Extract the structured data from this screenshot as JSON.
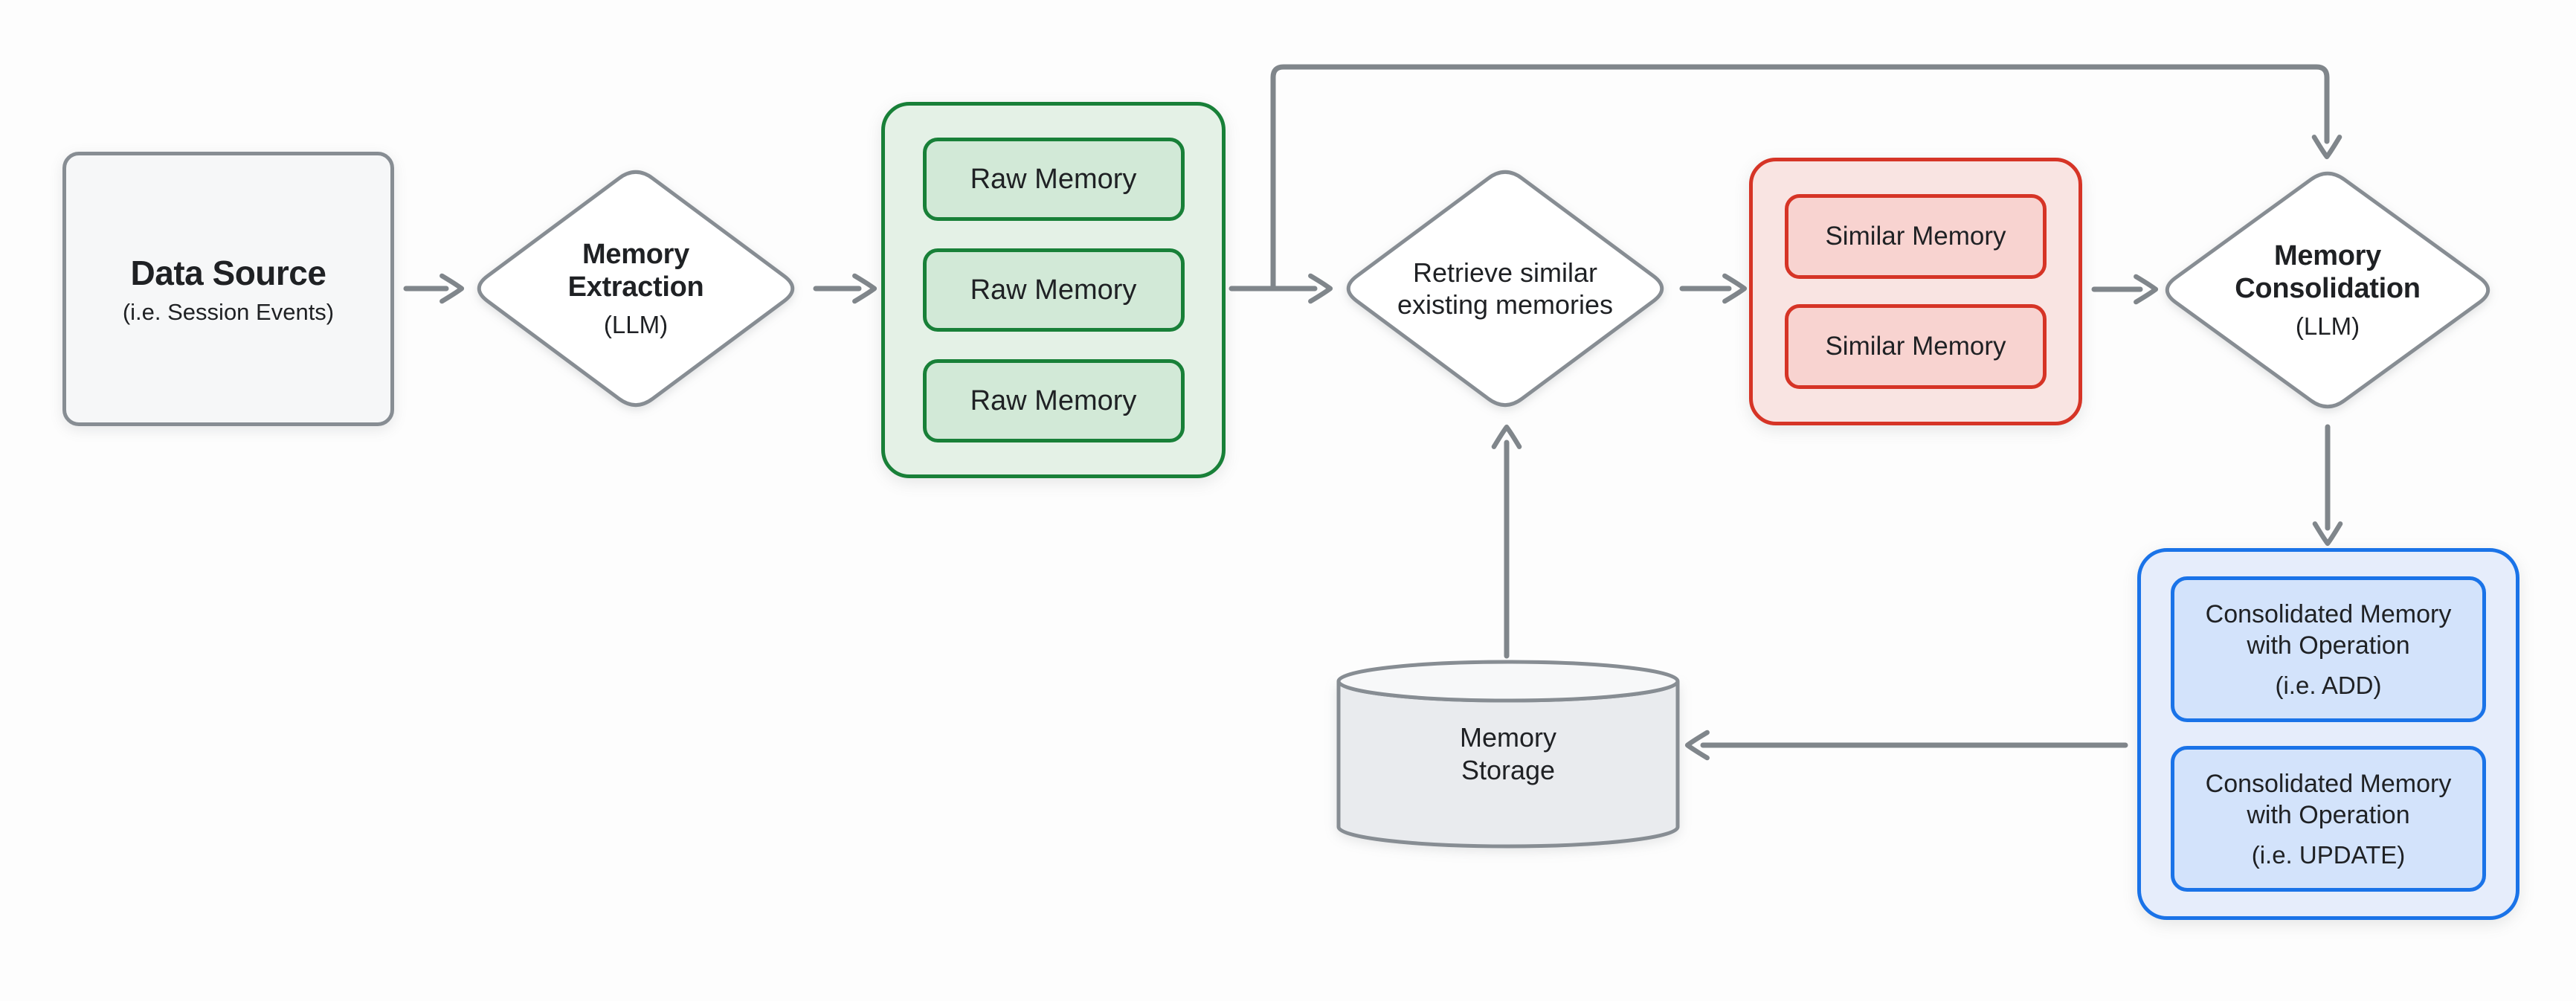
{
  "colors": {
    "canvas_bg": "#fdfdfd",
    "node_border_gray": "#878d93",
    "arrow_gray": "#80868b",
    "node_fill_gray": "#f6f7f8",
    "text": "#1f2124",
    "green_border": "#188038",
    "green_container_fill": "#e4f1e6",
    "green_item_fill": "#d2e9d7",
    "red_border": "#d63426",
    "red_container_fill": "#f9e4e2",
    "red_item_fill": "#f8d3d0",
    "blue_border": "#1a73e8",
    "blue_container_fill": "#e6edfb",
    "blue_item_fill": "#d3e3fb",
    "cylinder_body_fill": "#e9ebee",
    "cylinder_top_fill": "#f7f8f9"
  },
  "diagram": {
    "data_source": {
      "title": "Data Source",
      "subtitle": "(i.e. Session Events)"
    },
    "memory_extraction": {
      "title": "Memory Extraction",
      "subtitle": "(LLM)"
    },
    "raw_memories": {
      "items": [
        "Raw Memory",
        "Raw Memory",
        "Raw Memory"
      ]
    },
    "retrieve": {
      "title": "Retrieve similar existing memories"
    },
    "similar_memories": {
      "items": [
        "Similar Memory",
        "Similar Memory"
      ]
    },
    "memory_consolidation": {
      "title": "Memory Consolidation",
      "subtitle": "(LLM)"
    },
    "consolidated_memories": {
      "items": [
        {
          "title": "Consolidated Memory with Operation",
          "subtitle": "(i.e. ADD)"
        },
        {
          "title": "Consolidated Memory with Operation",
          "subtitle": "(i.e. UPDATE)"
        }
      ]
    },
    "memory_storage": {
      "title": "Memory Storage"
    }
  }
}
